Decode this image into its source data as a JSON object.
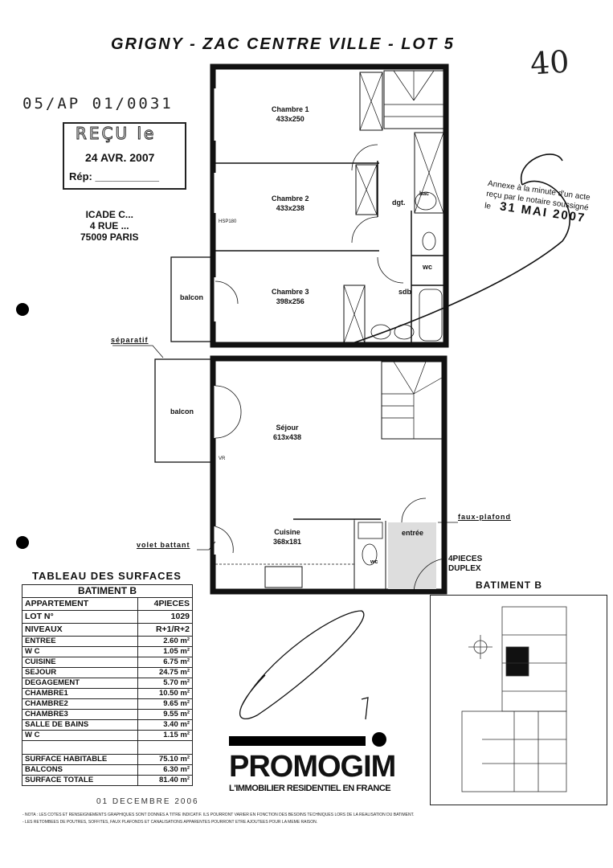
{
  "title": "GRIGNY - ZAC CENTRE VILLE - LOT 5",
  "handwritten_number": "40",
  "reference": "05/AP 01/0031",
  "received_stamp": {
    "label": "REÇU le",
    "date": "24 AVR. 2007",
    "rep": "Rép: ___________"
  },
  "address": {
    "line1": "ICADE C...",
    "line2": "4 RUE ...",
    "line3": "75009 PARIS"
  },
  "notary_stamp": {
    "line1": "Annexe à la minute d'un acte",
    "line2": "reçu par le notaire soussigné",
    "le": "le",
    "date": "31 MAI 2007"
  },
  "plan": {
    "upper": [
      {
        "name": "Chambre 1",
        "dim": "433x250"
      },
      {
        "name": "Chambre 2",
        "dim": "433x238"
      },
      {
        "name": "Chambre 3",
        "dim": "398x256"
      }
    ],
    "dgt": "dgt.",
    "bac": "bac",
    "wc_upper": "wc",
    "sdb": "sdb",
    "hsp": "HSP180",
    "balcon_upper": "balcon",
    "balcon_lower": "balcon",
    "sejour": {
      "name": "Séjour",
      "dim": "613x438"
    },
    "cuisine": {
      "name": "Cuisine",
      "dim": "368x181"
    },
    "entree": "entrée",
    "wc_lower": "wc",
    "vr": "VR",
    "separatif": "séparatif",
    "volet": "volet battant",
    "faux_plafond": "faux-plafond",
    "type_line1": "4PIECES",
    "type_line2": "DUPLEX"
  },
  "table": {
    "title": "TABLEAU DES SURFACES",
    "building": "BATIMENT B",
    "header_rows": [
      {
        "label": "APPARTEMENT",
        "value": "4PIECES"
      },
      {
        "label": "LOT N°",
        "value": "1029"
      },
      {
        "label": "NIVEAUX",
        "value": "R+1/R+2"
      }
    ],
    "rows": [
      {
        "label": "ENTREE",
        "value": "2.60 m²"
      },
      {
        "label": "W C",
        "value": "1.05 m²"
      },
      {
        "label": "CUISINE",
        "value": "6.75 m²"
      },
      {
        "label": "SEJOUR",
        "value": "24.75 m²"
      },
      {
        "label": "DEGAGEMENT",
        "value": "5.70 m²"
      },
      {
        "label": "CHAMBRE1",
        "value": "10.50 m²"
      },
      {
        "label": "CHAMBRE2",
        "value": "9.65 m²"
      },
      {
        "label": "CHAMBRE3",
        "value": "9.55 m²"
      },
      {
        "label": "SALLE DE BAINS",
        "value": "3.40 m²"
      },
      {
        "label": "W C",
        "value": "1.15 m²"
      }
    ],
    "totals": [
      {
        "label": "SURFACE HABITABLE",
        "value": "75.10 m²"
      },
      {
        "label": "BALCONS",
        "value": "6.30 m²"
      },
      {
        "label": "SURFACE TOTALE",
        "value": "81.40 m²"
      }
    ],
    "date": "01 DECEMBRE 2006"
  },
  "logo": {
    "name": "PROMOGIM",
    "tagline": "L'IMMOBILIER RESIDENTIEL EN FRANCE"
  },
  "site_plan_title": "BATIMENT B",
  "notes": [
    "- NOTA : LES COTES ET RENSEIGNEMENTS GRAPHIQUES SONT DONNES A TITRE INDICATIF. ILS POURRONT VARIER EN FONCTION DES BESOINS TECHNIQUES LORS DE LA REALISATION DU BATIMENT.",
    "- LES RETOMBEES DE POUTRES, SOFFITES, FAUX PLAFONDS ET CANALISATIONS APPARENTES POURRONT ETRE AJOUTEES POUR LA MEME RAISON."
  ]
}
